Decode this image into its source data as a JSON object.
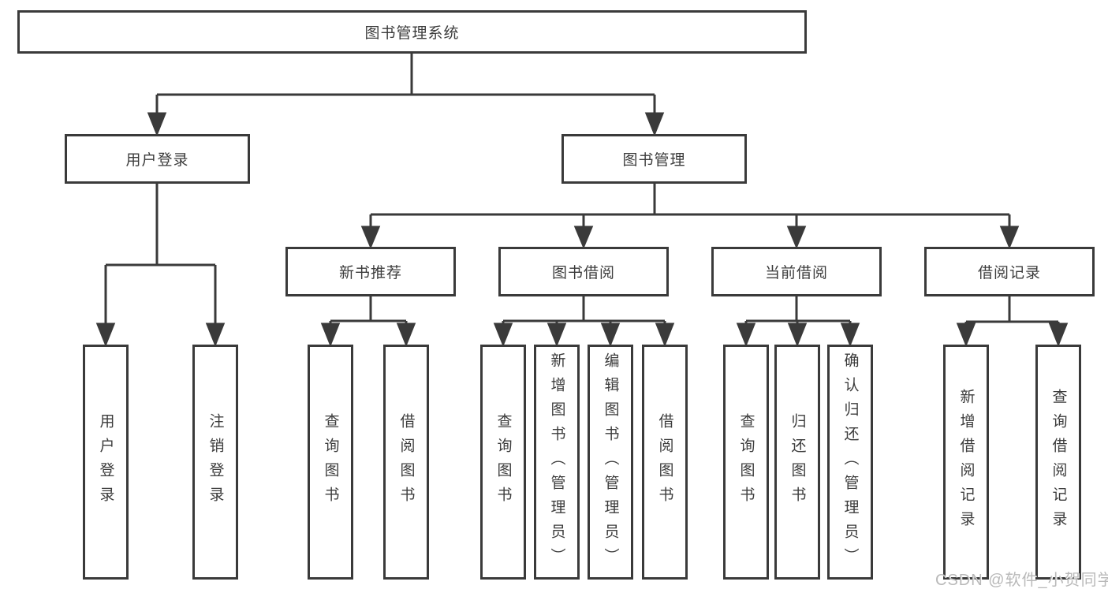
{
  "colors": {
    "line": "#3a3a3a",
    "box_border": "#3a3a3a",
    "text": "#3c3c3c",
    "watermark": "#b9b9b9",
    "background": "#ffffff"
  },
  "diagram": {
    "root": {
      "label": "图书管理系统"
    },
    "level2": [
      {
        "label": "用户登录"
      },
      {
        "label": "图书管理"
      }
    ],
    "level3": [
      {
        "label": "新书推荐"
      },
      {
        "label": "图书借阅"
      },
      {
        "label": "当前借阅"
      },
      {
        "label": "借阅记录"
      }
    ],
    "leaves": {
      "user_login": [
        "用户登录",
        "注销登录"
      ],
      "new_book_recommend": [
        "查询图书",
        "借阅图书"
      ],
      "book_borrow": [
        "查询图书",
        "新增图书（管理员）",
        "编辑图书（管理员）",
        "借阅图书"
      ],
      "current_borrow": [
        "查询图书",
        "归还图书",
        "确认归还（管理员）"
      ],
      "borrow_records": [
        "新增借阅记录",
        "查询借阅记录"
      ]
    }
  },
  "watermark": {
    "text": "CSDN @软件_小贺同学"
  }
}
